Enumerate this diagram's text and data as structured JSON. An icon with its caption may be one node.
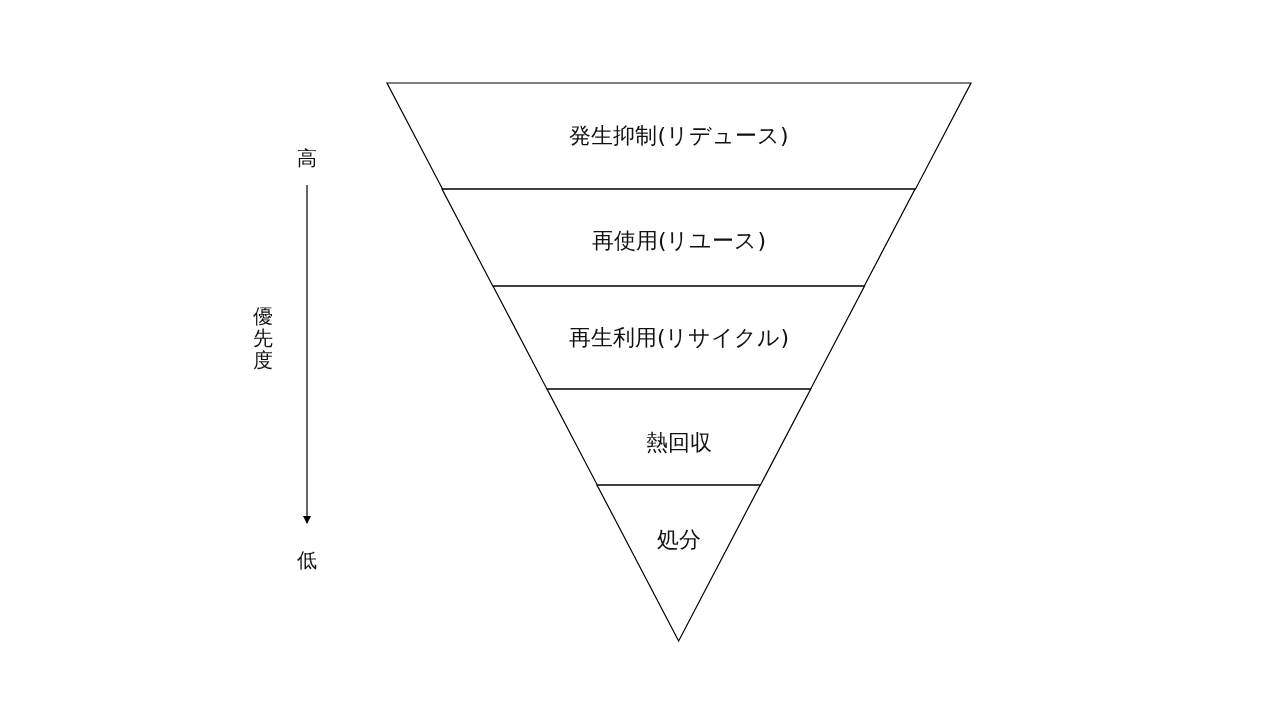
{
  "diagram": {
    "nodes": [
      {
        "text": [
          "発生抑制(リデュース)"
        ]
      },
      {
        "text": [
          "再使用(リユース)"
        ]
      },
      {
        "text": [
          "再生利用(リサイクル)"
        ]
      },
      {
        "text": [
          "熱回収"
        ]
      },
      {
        "text": [
          "処分"
        ]
      }
    ],
    "labels": [
      "高",
      "優先度",
      "低"
    ]
  }
}
